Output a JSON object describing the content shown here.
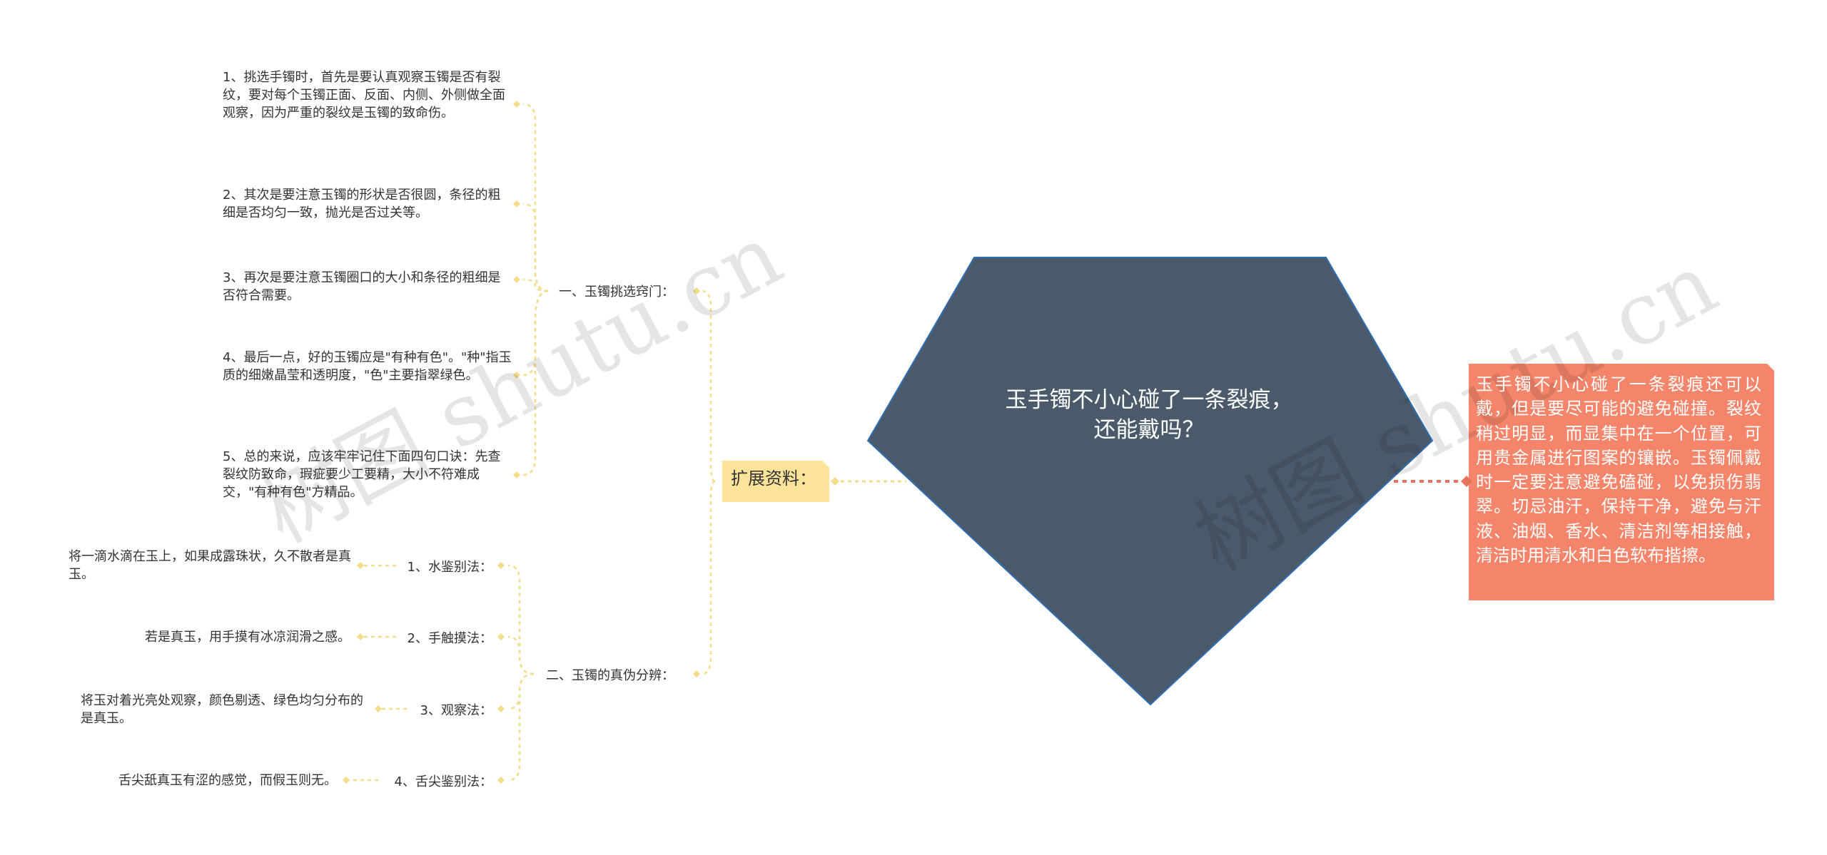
{
  "center": {
    "title": "玉手镯不小心碰了一条裂痕，还能戴吗？"
  },
  "right_note": {
    "text": "玉手镯不小心碰了一条裂痕还可以戴，但是要尽可能的避免碰撞。裂纹稍过明显，而显集中在一个位置，可用贵金属进行图案的镶嵌。玉镯佩戴时一定要注意避免磕碰，以免损伤翡翠。切忌油汗，保持干净，避免与汗液、油烟、香水、清洁剂等相接触，清洁时用清水和白色软布揩擦。"
  },
  "extension": {
    "label": "扩展资料："
  },
  "branches": [
    {
      "label": "一、玉镯挑选窍门：",
      "items": [
        "1、挑选手镯时，首先是要认真观察玉镯是否有裂纹，要对每个玉镯正面、反面、内侧、外侧做全面观察，因为严重的裂纹是玉镯的致命伤。",
        "2、其次是要注意玉镯的形状是否很圆，条径的粗细是否均匀一致，抛光是否过关等。",
        "3、再次是要注意玉镯圈口的大小和条径的粗细是否符合需要。",
        "4、最后一点，好的玉镯应是\"有种有色\"。\"种\"指玉质的细嫩晶莹和透明度，\"色\"主要指翠绿色。",
        "5、总的来说，应该牢牢记住下面四句口诀：先查裂纹防致命，瑕疵要少工要精，大小不符难成交，\"有种有色\"方精品。"
      ]
    },
    {
      "label": "二、玉镯的真伪分辨：",
      "items": [
        {
          "label": "1、水鉴别法：",
          "detail": "将一滴水滴在玉上，如果成露珠状，久不散者是真玉。"
        },
        {
          "label": "2、手触摸法：",
          "detail": "若是真玉，用手摸有冰凉润滑之感。"
        },
        {
          "label": "3、观察法：",
          "detail": "将玉对着光亮处观察，颜色剔透、绿色均匀分布的是真玉。"
        },
        {
          "label": "4、舌尖鉴别法：",
          "detail": "舌尖舐真玉有涩的感觉，而假玉则无。"
        }
      ]
    }
  ],
  "watermarks": [
    "树图 shutu.cn",
    "树图 shutu.cn"
  ],
  "colors": {
    "center_fill": "#4a5a6a",
    "center_stroke": "#2f6fb3",
    "right_fill": "#f5856a",
    "ext_fill": "#fbe499",
    "yellow_line": "#f3dc8a",
    "red_line": "#e8735a"
  }
}
